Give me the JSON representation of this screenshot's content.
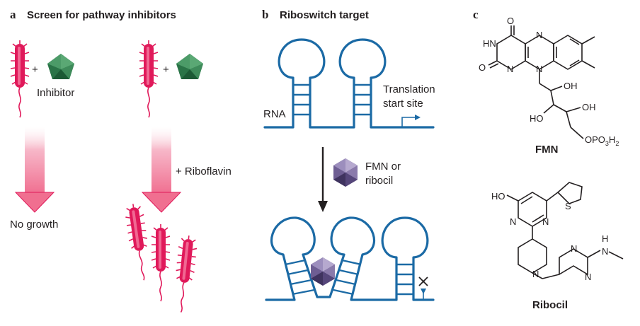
{
  "panel_a": {
    "letter": "a",
    "title": "Screen for pathway inhibitors",
    "plus_left": "+",
    "plus_right": "+",
    "inhibitor_label": "Inhibitor",
    "riboflavin_label": "+ Riboflavin",
    "no_growth_label": "No growth"
  },
  "panel_b": {
    "letter": "b",
    "title": "Riboswitch target",
    "rna_label": "RNA",
    "translation_line1": "Translation",
    "translation_line2": "start site",
    "ligand_line1": "FMN or",
    "ligand_line2": "ribocil"
  },
  "panel_c": {
    "letter": "c",
    "fmn": {
      "name": "FMN",
      "atom_o_top": "O",
      "atom_hn": "HN",
      "atom_o_left": "O",
      "atom_n_top": "N",
      "atom_n_mid": "N",
      "atom_n_ring": "N",
      "oh1": "OH",
      "oh2": "OH",
      "oh3": "HO",
      "phosphate": "OPO",
      "phosphate_sub3": "3",
      "phosphate_h": "H",
      "phosphate_sub2": "2"
    },
    "ribocil": {
      "name": "Ribocil",
      "atom_ho": "HO",
      "atom_s": "S",
      "atom_n1": "N",
      "atom_n2": "N",
      "atom_n3": "N",
      "atom_n4": "N",
      "atom_n5": "N",
      "atom_nh_n": "N",
      "atom_nh_h": "H"
    }
  },
  "colors": {
    "bacterium": "#e0195a",
    "pentagon": "#2f8a52",
    "hexagon": "#6a5a8a",
    "rna": "#1b6aa5",
    "arrow_pink": "#f06f90"
  }
}
